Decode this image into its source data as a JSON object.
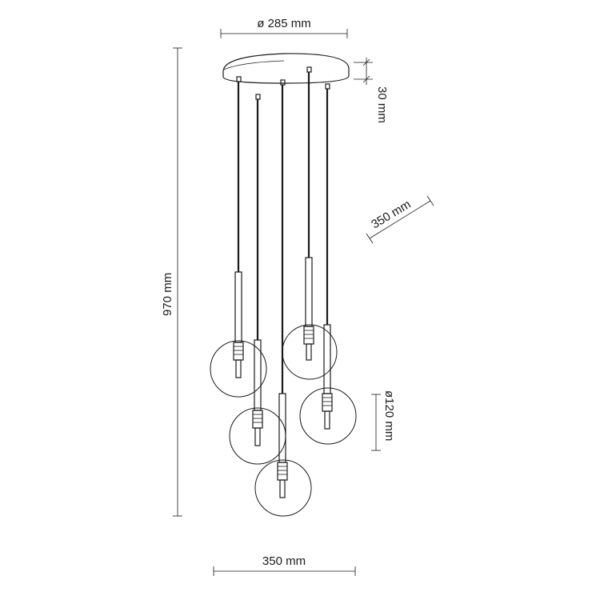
{
  "dimensions": {
    "canopy_diameter": "ø 285 mm",
    "canopy_height": "30 mm",
    "spread_diagonal": "350 mm",
    "total_height": "970 mm",
    "globe_diameter": "ø120 mm",
    "spread_width": "350 mm"
  },
  "colors": {
    "line": "#1a1a1a",
    "background": "#ffffff"
  }
}
